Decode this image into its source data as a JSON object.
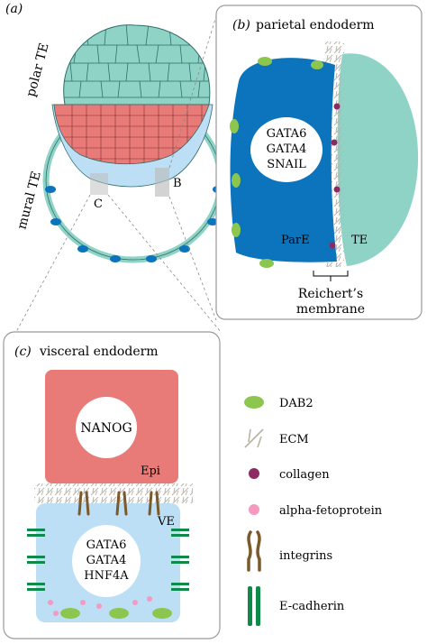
{
  "panel_a": {
    "letter": "(a)",
    "polar_label": "polar TE",
    "mural_label": "mural TE",
    "callout_b": "B",
    "callout_c": "C"
  },
  "panel_b": {
    "letter": "(b)",
    "title": "parietal endoderm",
    "markers": [
      "GATA6",
      "GATA4",
      "SNAIL"
    ],
    "pare_label": "ParE",
    "te_label": "TE",
    "reicherts_line1": "Reichert’s",
    "reicherts_line2": "membrane"
  },
  "panel_c": {
    "letter": "(c)",
    "title": "visceral endoderm",
    "epi_marker": "NANOG",
    "epi_label": "Epi",
    "ve_label": "VE",
    "ve_markers": [
      "GATA6",
      "GATA4",
      "HNF4A"
    ]
  },
  "legend": [
    {
      "icon": "dab2-icon",
      "label": "DAB2"
    },
    {
      "icon": "ecm-icon",
      "label": "ECM"
    },
    {
      "icon": "collagen-icon",
      "label": "collagen"
    },
    {
      "icon": "alpha-fetoprotein-icon",
      "label": "alpha-fetoprotein"
    },
    {
      "icon": "integrin-icon",
      "label": "integrins"
    },
    {
      "icon": "e-cadherin-icon",
      "label": "E-cadherin"
    }
  ],
  "colors": {
    "te_teal": "#8fd3c7",
    "epi_red": "#e87a78",
    "pre_blue": "#bcdff5",
    "pare_blue": "#0c74bc",
    "dab2_green": "#8cc64f",
    "collagen_purple": "#8c2a62",
    "afp_pink": "#f49ac1",
    "integrin_brown": "#7a5a2b",
    "cadherin_green": "#0e8a4a",
    "ecm_grey": "#b9b3a6",
    "panel_border": "#9a9a9a"
  }
}
